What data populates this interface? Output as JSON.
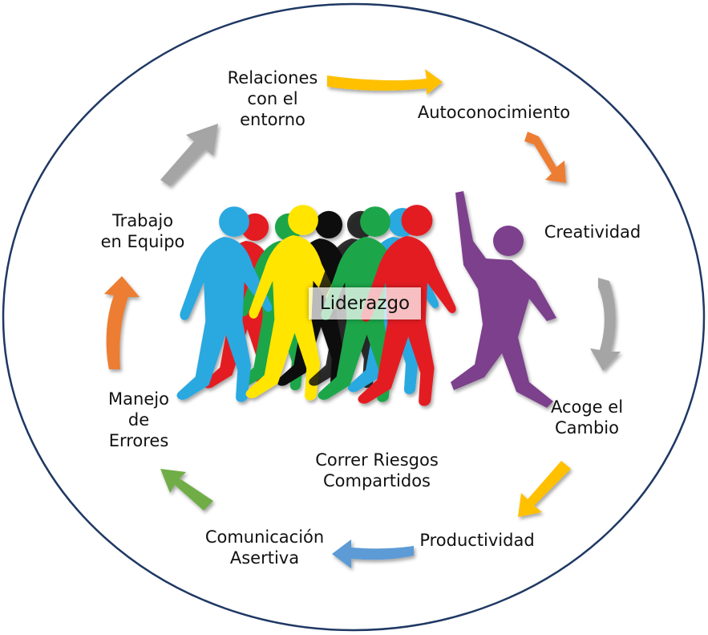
{
  "diagram": {
    "center_label": "Liderazgo",
    "cycle": [
      {
        "key": "relaciones",
        "label": "Relaciones\ncon el\nentorno"
      },
      {
        "key": "autoconocimiento",
        "label": "Autoconocimiento"
      },
      {
        "key": "creatividad",
        "label": "Creatividad"
      },
      {
        "key": "acoge",
        "label": "Acoge el\nCambio"
      },
      {
        "key": "productividad",
        "label": "Productividad"
      },
      {
        "key": "comunicacion",
        "label": "Comunicación\nAsertiva"
      },
      {
        "key": "errores",
        "label": "Manejo\nde\nErrores"
      },
      {
        "key": "trabajo",
        "label": "Trabajo\nen Equipo"
      }
    ],
    "extra_label": "Correr Riesgos\nCompartidos",
    "arrow_colors": {
      "yellow": "#FFC000",
      "orange": "#ED7D31",
      "gray": "#A5A5A5",
      "blue": "#5B9BD5",
      "green": "#70AD47"
    },
    "figure_colors": [
      "#E31E24",
      "#1FA64A",
      "#FFE500",
      "#111111",
      "#29A8E0",
      "#7B3F8C"
    ]
  }
}
